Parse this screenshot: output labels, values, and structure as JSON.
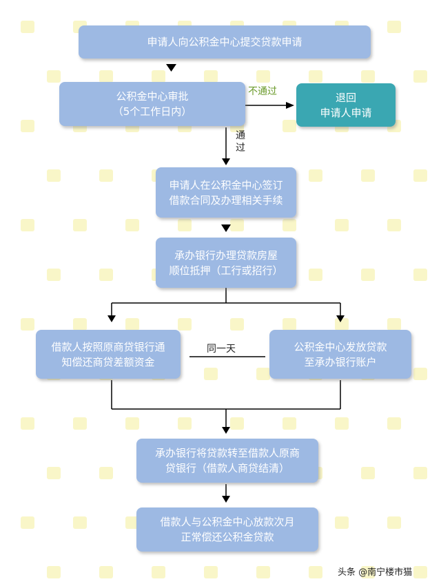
{
  "steps": {
    "apply": "申请人向公积金中心提交贷款申请",
    "approve": [
      "公积金中心审批",
      "（5个工作日内）"
    ],
    "reject": [
      "退回",
      "申请人申请"
    ],
    "sign": [
      "申请人在公积金中心签订",
      "借款合同及办理相关手续"
    ],
    "mortgage": [
      "承办银行办理贷款房屋",
      "顺位抵押（工行或招行）"
    ],
    "repay_original": [
      "借款人按照原商贷银行通",
      "知偿还商贷差额资金"
    ],
    "disburse": [
      "公积金中心发放贷款",
      "至承办银行账户"
    ],
    "transfer": [
      "承办银行将贷款转至借款人原商",
      "贷银行（借款人商贷结清）"
    ],
    "monthly": [
      "借款人与公积金中心放款次月",
      "正常偿还公积金贷款"
    ]
  },
  "edges": {
    "not_pass": "不通过",
    "pass": [
      "通",
      "过"
    ],
    "same_day": "同一天"
  },
  "footer": "头条 @南宁楼市猫",
  "colors": {
    "box": "#9db9e3",
    "reject_box": "#3aa7b2",
    "not_pass_label": "#6a9a2a"
  }
}
